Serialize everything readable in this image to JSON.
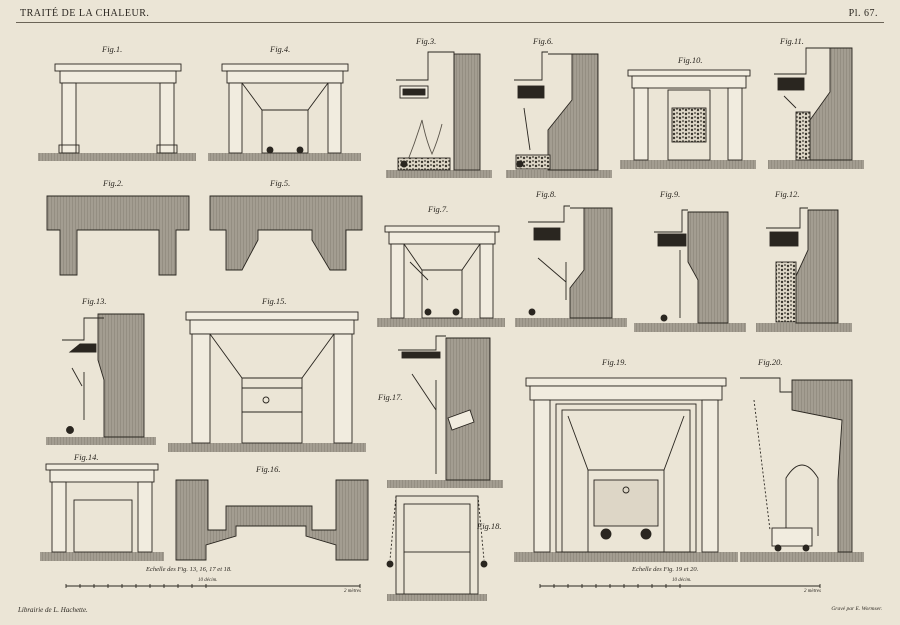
{
  "header": {
    "title": "TRAITÉ DE LA CHALEUR.",
    "plate": "Pl. 67."
  },
  "footer": {
    "publisher": "Librairie de L. Hachette.",
    "engraver": "Gravé par E. Wormser."
  },
  "figures": {
    "f1": "Fig.1.",
    "f2": "Fig.2.",
    "f3": "Fig.3.",
    "f4": "Fig.4.",
    "f5": "Fig.5.",
    "f6": "Fig.6.",
    "f7": "Fig.7.",
    "f8": "Fig.8.",
    "f9": "Fig.9.",
    "f10": "Fig.10.",
    "f11": "Fig.11.",
    "f12": "Fig.12.",
    "f13": "Fig.13.",
    "f14": "Fig.14.",
    "f15": "Fig.15.",
    "f16": "Fig.16.",
    "f17": "Fig.17.",
    "f18": "Fig.18.",
    "f19": "Fig.19.",
    "f20": "Fig.20."
  },
  "scales": {
    "left": {
      "caption": "Echelle des Fig. 13, 16, 17 et 18.",
      "unit_small": "10 décim.",
      "unit_large": "2 mètres"
    },
    "right": {
      "caption": "Echelle des Fig. 19 et 20.",
      "unit_small": "10 décim.",
      "unit_large": "2 mètres"
    }
  },
  "colors": {
    "paper": "#ebe5d6",
    "ink": "#2a2620",
    "wall_hatch": "#8a8478",
    "floor": "#6f6a60"
  }
}
